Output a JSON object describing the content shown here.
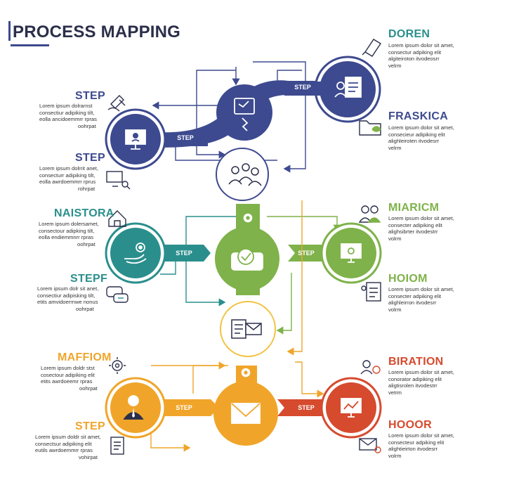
{
  "title": "PROCESS MAPPING",
  "colors": {
    "navy": "#3d4a8f",
    "teal": "#2a8f8c",
    "green": "#7fb24a",
    "orange": "#f0a52a",
    "red": "#d64a2e",
    "title": "#2b2f4a"
  },
  "connector_label": "STEP",
  "left_items": [
    {
      "heading": "STEP",
      "lines": [
        "Lorem ipsum dolrarnst",
        "consectiur adipiking tilt,",
        "eolla ancidoemmrr rpras",
        "oohrpat"
      ]
    },
    {
      "heading": "STEP",
      "lines": [
        "Lorem ipsum dolrrit anet,",
        "consecturr adipiking tilt,",
        "eolla awrdoemmrr rprus",
        "rohrpat"
      ]
    },
    {
      "heading": "NAISTORA",
      "lines": [
        "Lorem ipsum dolersamet,",
        "consectour adipking tilt,",
        "eolla endiemmnrr rpras",
        "oohrpat"
      ]
    },
    {
      "heading": "STEPF",
      "lines": [
        "Lorem ipsum dolr sit anet,",
        "consectiur adipisking tilt,",
        "etits amvidoerrnwe nonus",
        "oohrpat"
      ]
    },
    {
      "heading": "MAFFIOM",
      "lines": [
        "Lorem ipsum doldr stst",
        "cosectour adipiking elit",
        "etits awrdoeemr rpras",
        "oohrpat"
      ]
    },
    {
      "heading": "STEP",
      "lines": [
        "Lorem ipsum doldr sit amet,",
        "consectsur adipiking elit",
        "eutils awrdoemmrr rpras",
        "vohirpat"
      ]
    }
  ],
  "right_items": [
    {
      "heading": "DOREN",
      "lines": [
        "Lorem ipsum dolor sit amet,",
        "consectur adpiking elit",
        "algiteiroton itvodeosrr",
        "velrm"
      ]
    },
    {
      "heading": "FRASKICA",
      "lines": [
        "Lorem ipsum dolor sit amet,",
        "consecieur adipiking elit",
        "alighleiroten itvodesrr",
        "velrm"
      ]
    },
    {
      "heading": "MIARICM",
      "lines": [
        "Lorem ipsum dolor sit amet,",
        "consecter adipiking elit",
        "alighsibrter itvodestrr",
        "volrm"
      ]
    },
    {
      "heading": "HOIOM",
      "lines": [
        "Lorem ipsum dolor sit amet,",
        "consecter adpiking elit",
        "alighleirron itvodesrr",
        "volrm"
      ]
    },
    {
      "heading": "BIRATION",
      "lines": [
        "Lorem ipsum dolor sit amet,",
        "conorator adipiking elit",
        "aligtisrolen itvodestrr",
        "vetrm"
      ]
    },
    {
      "heading": "HOOOR",
      "lines": [
        "Lorem ipsum dolor sit amet,",
        "consecteur adpiking elit",
        "alightieirton itvodesrr",
        "volrm"
      ]
    }
  ],
  "icons": {
    "left": [
      "gavel-hand-icon",
      "monitor-search-icon",
      "house-hand-icon",
      "chat-bubbles-icon",
      "gear-icon",
      "document-list-icon"
    ],
    "right": [
      "pen-nib-icon",
      "folder-leaf-icon",
      "people-group-icon",
      "document-checklist-icon",
      "team-settings-icon",
      "mail-settings-icon"
    ],
    "nodes": [
      "presentation-person-icon",
      "clipboard-person-icon",
      "hand-puzzle-icon",
      "team-icon",
      "gear-hand-icon",
      "hand-check-icon",
      "monitor-settings-icon",
      "documents-mail-icon",
      "businessman-icon",
      "envelope-icon",
      "monitor-chart-icon"
    ]
  }
}
